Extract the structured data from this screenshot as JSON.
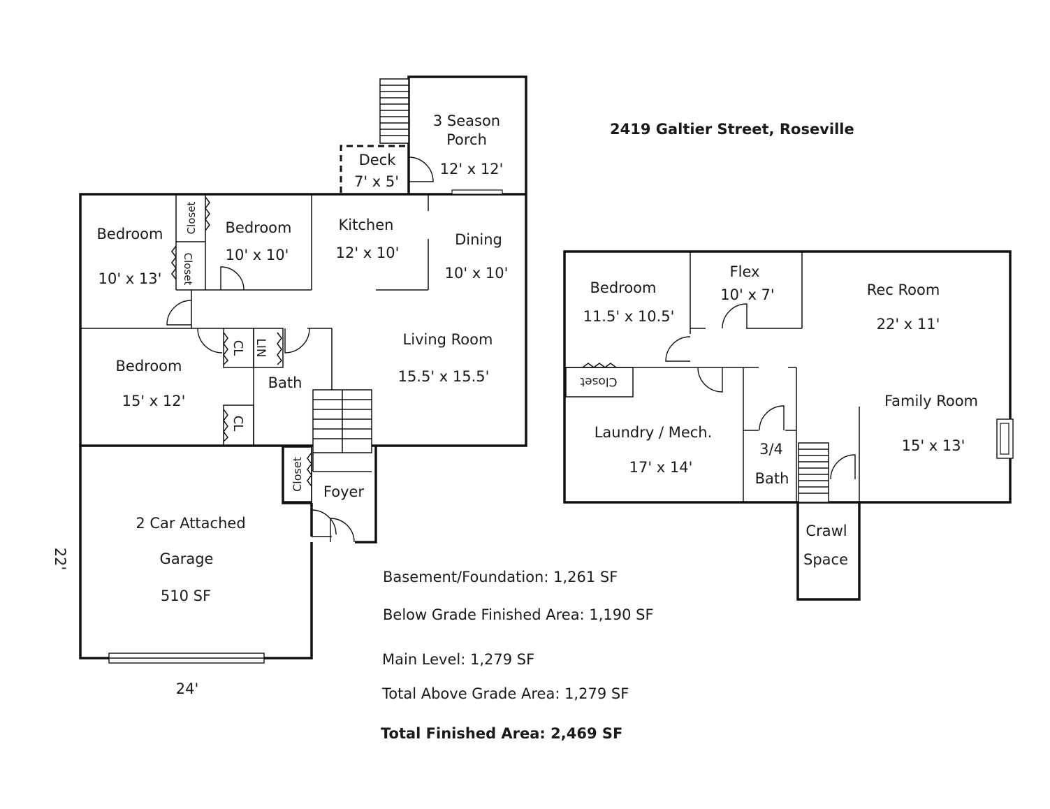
{
  "title": "2419 Galtier Street, Roseville",
  "main_level": {
    "porch": {
      "name_line1": "3 Season",
      "name_line2": "Porch",
      "size": "12' x 12'"
    },
    "deck": {
      "name": "Deck",
      "size": "7' x 5'"
    },
    "bedroom_nw": {
      "name": "Bedroom",
      "size": "10' x 13'"
    },
    "bedroom_mid": {
      "name": "Bedroom",
      "size": "10' x 10'"
    },
    "closet_a": "Closet",
    "closet_b": "Closet",
    "kitchen": {
      "name": "Kitchen",
      "size": "12' x 10'"
    },
    "dining": {
      "name": "Dining",
      "size": "10' x 10'"
    },
    "living_room": {
      "name": "Living Room",
      "size": "15.5' x 15.5'"
    },
    "bedroom_sw": {
      "name": "Bedroom",
      "size": "15' x 12'"
    },
    "cl_a": "CL",
    "lin": "LIN",
    "cl_b": "CL",
    "bath": "Bath",
    "closet_foyer": "Closet",
    "foyer": "Foyer",
    "garage": {
      "line1": "2 Car Attached",
      "line2": "Garage",
      "area": "510 SF"
    },
    "garage_depth": "22'",
    "garage_width": "24'"
  },
  "lower_level": {
    "bedroom": {
      "name": "Bedroom",
      "size": "11.5' x 10.5'"
    },
    "flex": {
      "name": "Flex",
      "size": "10' x 7'"
    },
    "rec_room": {
      "name": "Rec Room",
      "size": "22' x 11'"
    },
    "closet": "Closet",
    "laundry": {
      "name": "Laundry / Mech.",
      "size": "17' x 14'"
    },
    "bath_line1": "3/4",
    "bath_line2": "Bath",
    "family_room": {
      "name": "Family Room",
      "size": "15' x 13'"
    },
    "crawl_line1": "Crawl",
    "crawl_line2": "Space"
  },
  "areas": {
    "basement": "Basement/Foundation: 1,261 SF",
    "below_grade": "Below Grade Finished Area: 1,190 SF",
    "main_level": "Main Level: 1,279 SF",
    "above_grade": "Total Above Grade Area: 1,279 SF",
    "total": "Total Finished Area: 2,469 SF"
  }
}
